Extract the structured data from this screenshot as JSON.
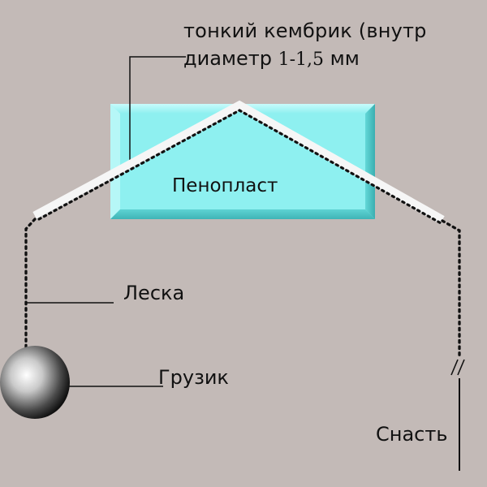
{
  "labels": {
    "kembrik_line1": "тонкий кембрик (внутр",
    "kembrik_line2_prefix": "диаметр ",
    "kembrik_line2_number": "1-1,5",
    "kembrik_line2_suffix": " мм",
    "penoplast": "Пенопласт",
    "leska": "Леска",
    "gruzik": "Грузик",
    "snast": "Снасть"
  },
  "colors": {
    "background": "#c3bab7",
    "foam_block": "#8ef0f0",
    "line": "#111111",
    "tube": "#f4f4f4"
  }
}
